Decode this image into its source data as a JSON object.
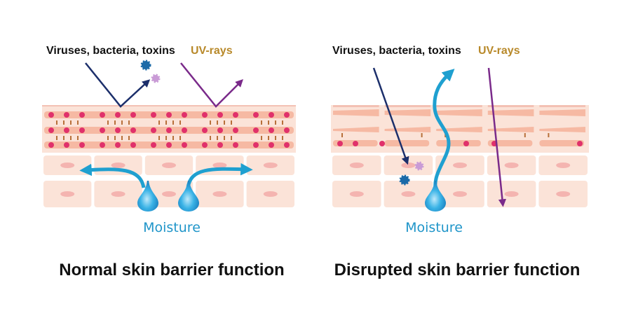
{
  "panels": [
    {
      "threat_label": "Viruses, bacteria, toxins",
      "uv_label": "UV-rays",
      "moisture_label": "Moisture",
      "title": "Normal skin barrier function"
    },
    {
      "threat_label": "Viruses, bacteria, toxins",
      "uv_label": "UV-rays",
      "moisture_label": "Moisture",
      "title": "Disrupted skin barrier function"
    }
  ],
  "colors": {
    "skin_light": "#fbe3d8",
    "skin_band": "#f6b9a3",
    "dot": "#e0316b",
    "virus_arrow": "#1c2f6b",
    "uv_arrow": "#7a2a8a",
    "moisture": "#1f95c9",
    "uv_text": "#b8892a"
  }
}
